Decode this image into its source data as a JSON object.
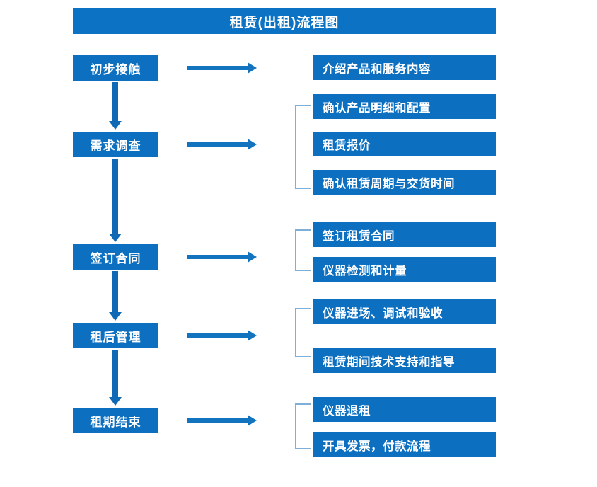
{
  "title": "租赁(出租)流程图",
  "colors": {
    "title_bar": "#0C72C3",
    "node_fill": "#0D6FC0",
    "node_text": "#FFFFFF",
    "arrow": "#1273BE",
    "bracket": "#7FAFD6",
    "background": "#FFFFFF"
  },
  "stages": [
    {
      "label": "初步接触"
    },
    {
      "label": "需求调查"
    },
    {
      "label": "签订合同"
    },
    {
      "label": "租后管理"
    },
    {
      "label": "租期结束"
    }
  ],
  "details": [
    {
      "label": "介绍产品和服务内容"
    },
    {
      "label": "确认产品明细和配置"
    },
    {
      "label": "租赁报价"
    },
    {
      "label": "确认租赁周期与交货时间"
    },
    {
      "label": "签订租赁合同"
    },
    {
      "label": "仪器检测和计量"
    },
    {
      "label": "仪器进场、调试和验收"
    },
    {
      "label": "租赁期间技术支持和指导"
    },
    {
      "label": "仪器退租"
    },
    {
      "label": "开具发票，付款流程"
    }
  ]
}
